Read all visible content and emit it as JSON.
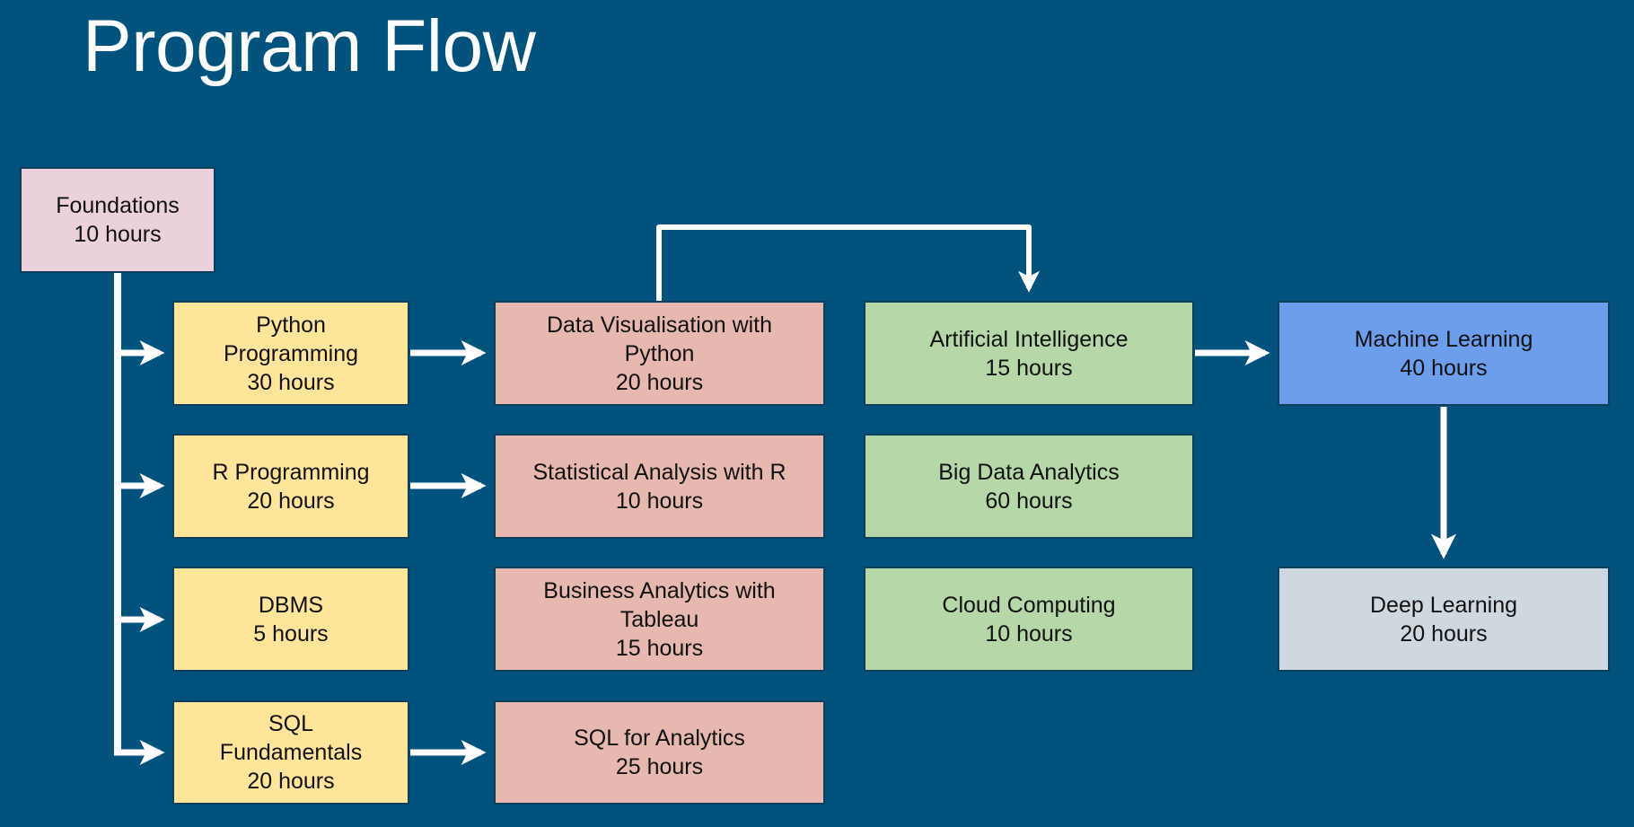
{
  "title": "Program Flow",
  "colors": {
    "background": "#01527c",
    "foundation": "#ead1dc",
    "programming": "#fee599",
    "analytics": "#e6b8af",
    "advanced": "#b6d7a8",
    "machine_learning": "#6d9eeb",
    "deep_learning": "#d0d8df",
    "connector": "#ffffff"
  },
  "nodes": [
    {
      "id": "foundations",
      "name": "Foundations",
      "hours": "10 hours"
    },
    {
      "id": "python-programming",
      "name": "Python Programming",
      "hours": "30 hours"
    },
    {
      "id": "r-programming",
      "name": "R Programming",
      "hours": "20 hours"
    },
    {
      "id": "dbms",
      "name": "DBMS",
      "hours": "5 hours"
    },
    {
      "id": "sql-fundamentals",
      "name": "SQL Fundamentals",
      "hours": "20 hours"
    },
    {
      "id": "data-visualisation-python",
      "name": "Data Visualisation with Python",
      "hours": "20 hours"
    },
    {
      "id": "statistical-analysis-r",
      "name": "Statistical Analysis with R",
      "hours": "10 hours"
    },
    {
      "id": "business-analytics-tableau",
      "name": "Business Analytics with Tableau",
      "hours": "15 hours"
    },
    {
      "id": "sql-for-analytics",
      "name": "SQL for Analytics",
      "hours": "25 hours"
    },
    {
      "id": "artificial-intelligence",
      "name": "Artificial Intelligence",
      "hours": "15 hours"
    },
    {
      "id": "big-data-analytics",
      "name": "Big Data Analytics",
      "hours": "60 hours"
    },
    {
      "id": "cloud-computing",
      "name": "Cloud Computing",
      "hours": "10 hours"
    },
    {
      "id": "machine-learning",
      "name": "Machine Learning",
      "hours": "40 hours"
    },
    {
      "id": "deep-learning",
      "name": "Deep Learning",
      "hours": "20 hours"
    }
  ],
  "edges": [
    {
      "from": "foundations",
      "to": "python-programming"
    },
    {
      "from": "foundations",
      "to": "r-programming"
    },
    {
      "from": "foundations",
      "to": "dbms"
    },
    {
      "from": "foundations",
      "to": "sql-fundamentals"
    },
    {
      "from": "python-programming",
      "to": "data-visualisation-python"
    },
    {
      "from": "r-programming",
      "to": "statistical-analysis-r"
    },
    {
      "from": "sql-fundamentals",
      "to": "sql-for-analytics"
    },
    {
      "from": "data-visualisation-python",
      "to": "artificial-intelligence"
    },
    {
      "from": "artificial-intelligence",
      "to": "machine-learning"
    },
    {
      "from": "machine-learning",
      "to": "deep-learning"
    }
  ]
}
